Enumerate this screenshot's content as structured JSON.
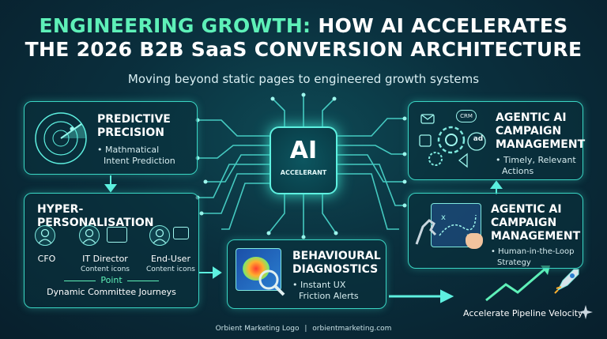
{
  "header": {
    "title_accent": "ENGINEERING GROWTH:",
    "title_rest": "HOW AI ACCELERATES",
    "title_line2": "THE 2026 B2B SaaS CONVERSION ARCHITECTURE",
    "subtitle": "Moving beyond static pages to engineered growth systems"
  },
  "core": {
    "label": "AI",
    "sublabel": "ACCELERANT"
  },
  "predictive": {
    "title_1": "PREDICTIVE",
    "title_2": "PRECISION",
    "bullet_1": "• Mathmatical",
    "bullet_2": "Intent Prediction"
  },
  "personalisation": {
    "title": "HYPER-PERSONALISATION",
    "personas": [
      {
        "name": "CFO",
        "sub": ""
      },
      {
        "name": "IT Director",
        "sub": "Content icons"
      },
      {
        "name": "End-User",
        "sub": "Content icons"
      }
    ],
    "point_label": "Point",
    "journey": "Dynamic Committee Journeys"
  },
  "behavioural": {
    "title_1": "BEHAVIOURAL",
    "title_2": "DIAGNOSTICS",
    "bullet_1": "• Instant UX",
    "bullet_2": "Friction Alerts"
  },
  "agentic_top": {
    "title_1": "AGENTIC AI",
    "title_2": "CAMPAIGN",
    "title_3": "MANAGEMENT",
    "bullet_1": "• Timely, Relevant",
    "bullet_2": "Actions",
    "badge_crm": "CRM",
    "badge_ad": "ad"
  },
  "agentic_bottom": {
    "title_1": "AGENTIC AI",
    "title_2": "CAMPAIGN",
    "title_3": "MANAGEMENT",
    "bullet_1": "• Human-in-the-Loop",
    "bullet_2": "Strategy"
  },
  "velocity": {
    "label": "Accelerate Pipeline Velocity"
  },
  "footer": {
    "logo": "Orbient Marketing Logo",
    "separator": "|",
    "url": "orbientmarketing.com"
  },
  "colors": {
    "accent": "#5ef0b8",
    "border": "#3ad6c4",
    "circuit": "#4fe3d6"
  }
}
